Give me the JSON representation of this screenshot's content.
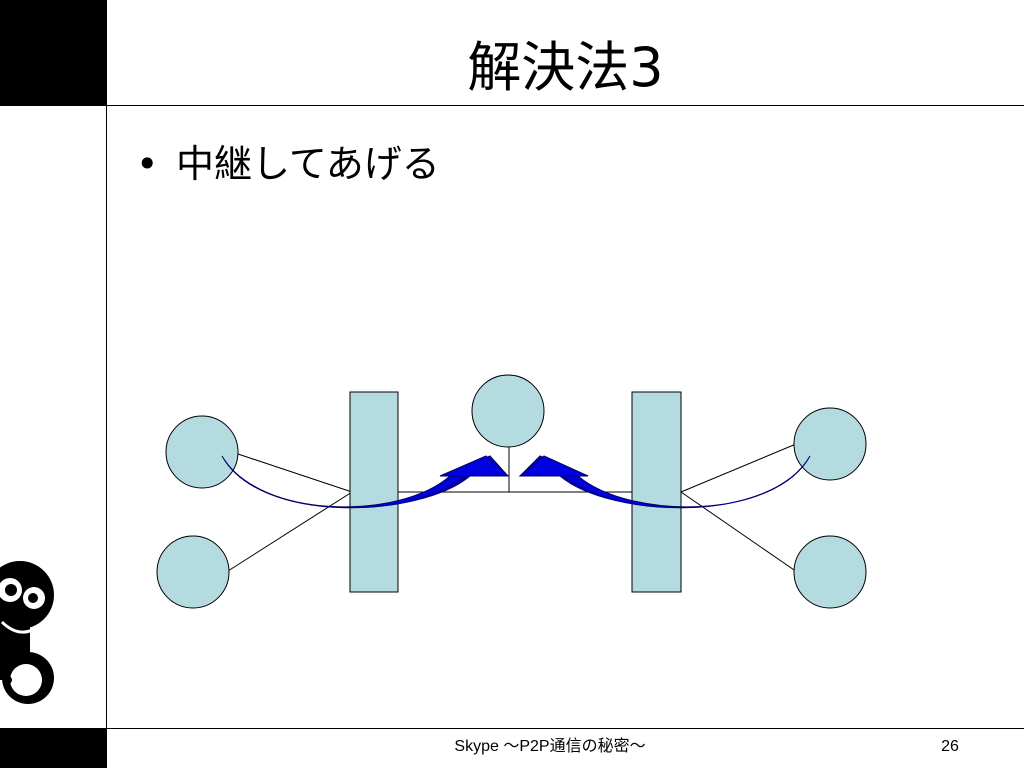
{
  "slide": {
    "title": "解決法3",
    "bullets": [
      {
        "marker": "•",
        "text": "中継してあげる"
      }
    ],
    "footer": "Skype ～P2P通信の秘密～",
    "page_number": "26"
  },
  "diagram": {
    "nodes": [
      "client-top-left",
      "client-bottom-left",
      "relay-server",
      "client-top-right",
      "client-bottom-right"
    ],
    "nats": [
      "nat-left",
      "nat-right"
    ],
    "colors": {
      "node_fill": "#b4dce0",
      "arrow_fill": "#0000e0",
      "arrow_shade": "#0000a0",
      "line": "#000000"
    }
  }
}
